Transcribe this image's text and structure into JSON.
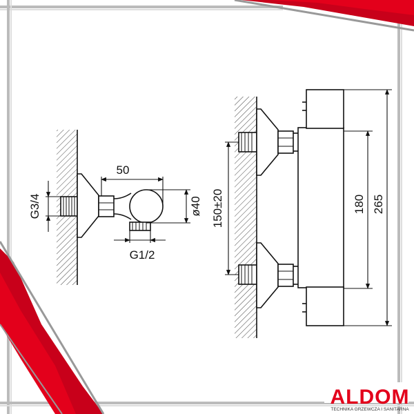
{
  "dimensions": {
    "width_top": "50",
    "thread_left": "G3/4",
    "diameter": "ø40",
    "thread_bottom": "G1/2",
    "spacing": "150±20",
    "height_body": "180",
    "height_total": "265"
  },
  "brand": {
    "name": "ALDOM",
    "tagline": "TECHNIKA GRZEWCZA I SANITARNA"
  },
  "colors": {
    "accent": "#e3001b",
    "line": "#111111",
    "frame": "#b8b8b8"
  }
}
